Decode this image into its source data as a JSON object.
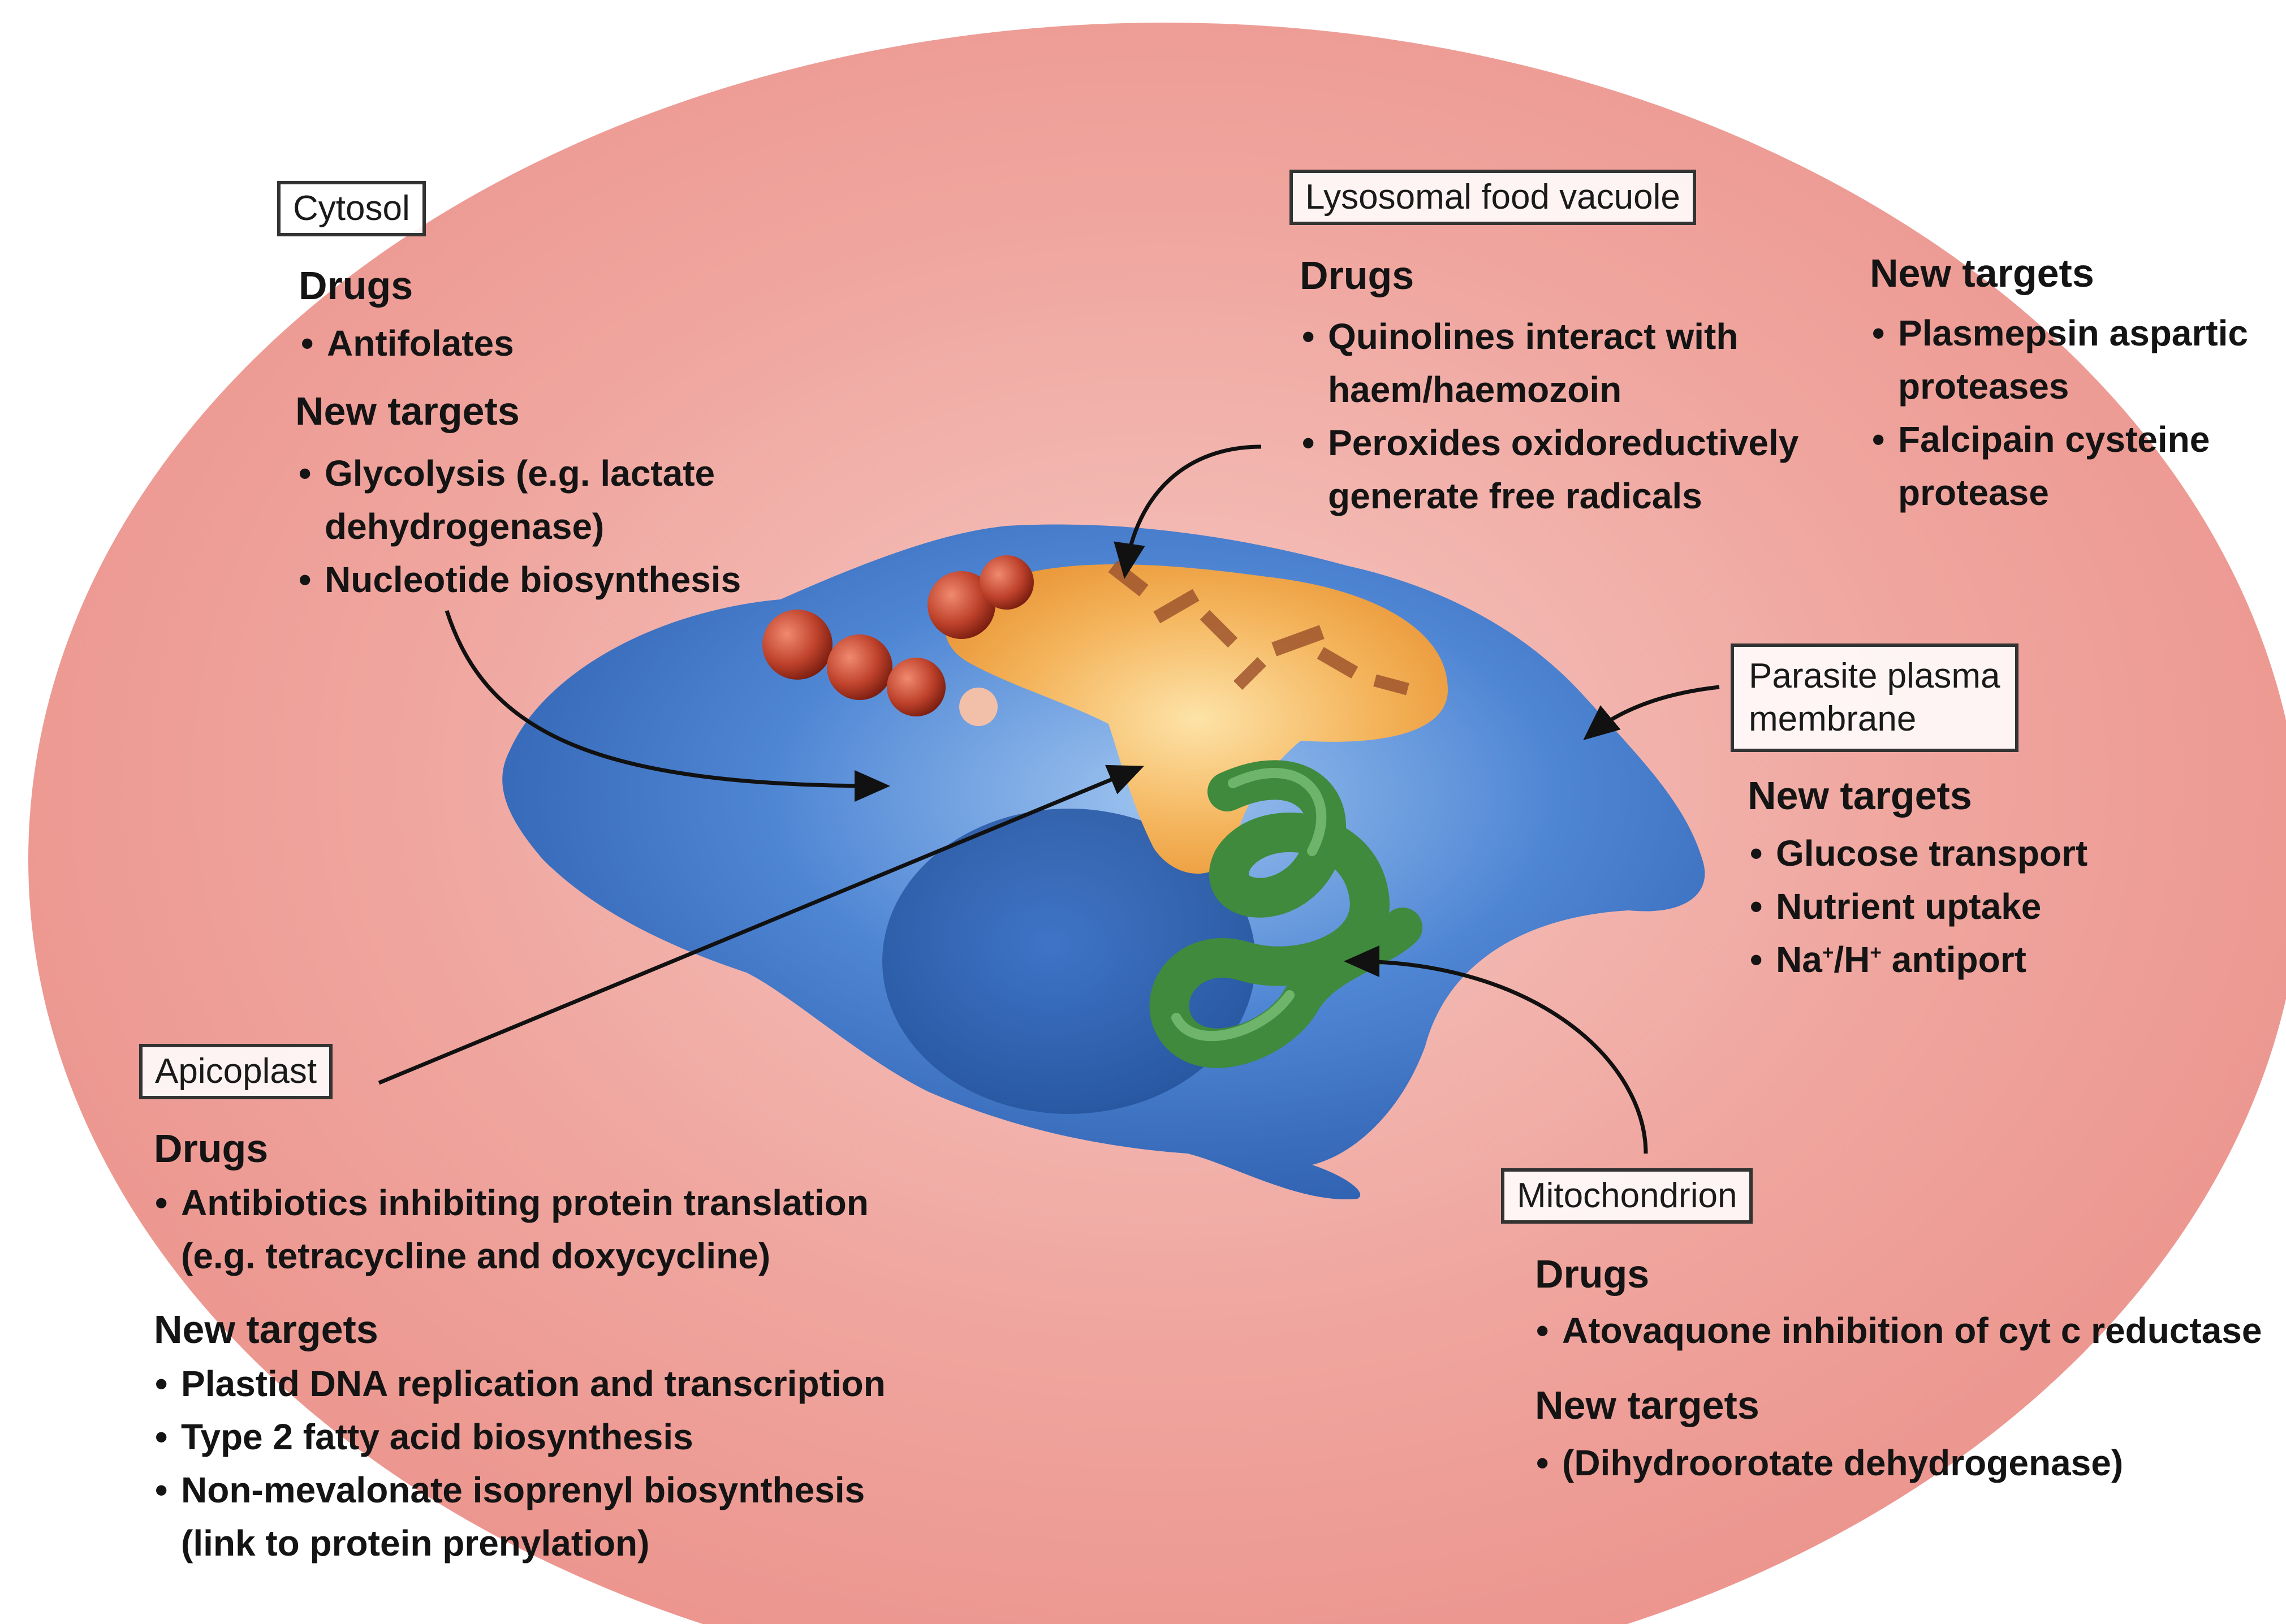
{
  "colors": {
    "rbc_fill": "#efa59e",
    "rbc_edge": "#f8ddd8",
    "parasite_blue": "#4b82d0",
    "vacuole_orange": "#f0a64a",
    "mitochondrion_green": "#3f8a3c",
    "arrow": "#111111"
  },
  "cytosol": {
    "title": "Cytosol",
    "drugs_heading": "Drugs",
    "drugs": [
      "Antifolates"
    ],
    "targets_heading": "New targets",
    "targets": [
      {
        "line1": "Glycolysis (e.g. lactate",
        "line2": "dehydrogenase)"
      },
      {
        "line1": "Nucleotide biosynthesis",
        "line2": ""
      }
    ]
  },
  "vacuole": {
    "title": "Lysosomal food vacuole",
    "drugs_heading": "Drugs",
    "drugs": [
      {
        "line1": "Quinolines interact with",
        "line2": "haem/haemozoin"
      },
      {
        "line1": "Peroxides oxidoreductively",
        "line2": "generate free radicals"
      }
    ],
    "targets_heading": "New targets",
    "targets": [
      {
        "line1": "Plasmepsin aspartic",
        "line2": "proteases"
      },
      {
        "line1": "Falcipain cysteine",
        "line2": "protease"
      }
    ]
  },
  "membrane": {
    "title_line1": "Parasite plasma",
    "title_line2": "membrane",
    "targets_heading": "New targets",
    "targets": [
      "Glucose transport",
      "Nutrient uptake"
    ],
    "antiport": {
      "na": "Na",
      "slash": "/H",
      "sup": "+",
      "rest": " antiport"
    }
  },
  "apicoplast": {
    "title": "Apicoplast",
    "drugs_heading": "Drugs",
    "drugs": [
      {
        "line1": "Antibiotics inhibiting protein translation",
        "line2": "(e.g. tetracycline and doxycycline)"
      }
    ],
    "targets_heading": "New targets",
    "targets": [
      {
        "line1": "Plastid DNA replication and transcription",
        "line2": ""
      },
      {
        "line1": "Type 2 fatty acid biosynthesis",
        "line2": ""
      },
      {
        "line1": "Non-mevalonate isoprenyl biosynthesis",
        "line2": "(link to protein prenylation)"
      }
    ]
  },
  "mitochondrion": {
    "title": "Mitochondrion",
    "drugs_heading": "Drugs",
    "drugs": [
      "Atovaquone inhibition of cyt c reductase"
    ],
    "targets_heading": "New targets",
    "targets": [
      "(Dihydroorotate dehydrogenase)"
    ]
  }
}
